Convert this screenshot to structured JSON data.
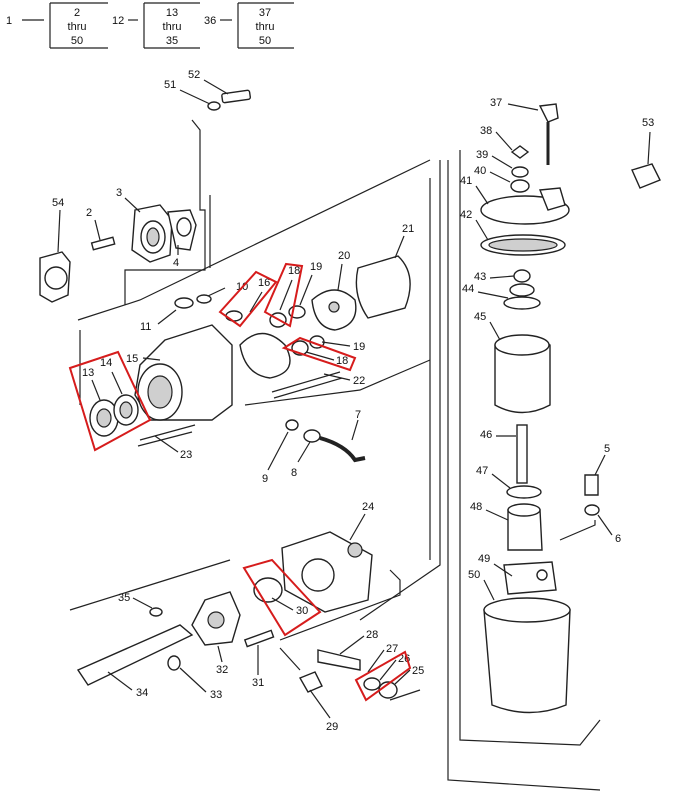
{
  "kit_legend": [
    {
      "key": "1",
      "line1": "2",
      "line2": "thru",
      "line3": "50"
    },
    {
      "key": "12",
      "line1": "13",
      "line2": "thru",
      "line3": "35"
    },
    {
      "key": "36",
      "line1": "37",
      "line2": "thru",
      "line3": "50"
    }
  ],
  "callouts": [
    "2",
    "3",
    "4",
    "5",
    "6",
    "7",
    "8",
    "9",
    "10",
    "11",
    "13",
    "14",
    "15",
    "16",
    "18",
    "18",
    "19",
    "19",
    "20",
    "21",
    "22",
    "23",
    "24",
    "25",
    "26",
    "27",
    "28",
    "29",
    "30",
    "31",
    "32",
    "33",
    "34",
    "35",
    "37",
    "38",
    "39",
    "40",
    "41",
    "42",
    "43",
    "44",
    "45",
    "46",
    "47",
    "48",
    "49",
    "50",
    "51",
    "52",
    "53",
    "54"
  ],
  "colors": {
    "ink": "#222222",
    "highlight": "#d61c1c"
  }
}
